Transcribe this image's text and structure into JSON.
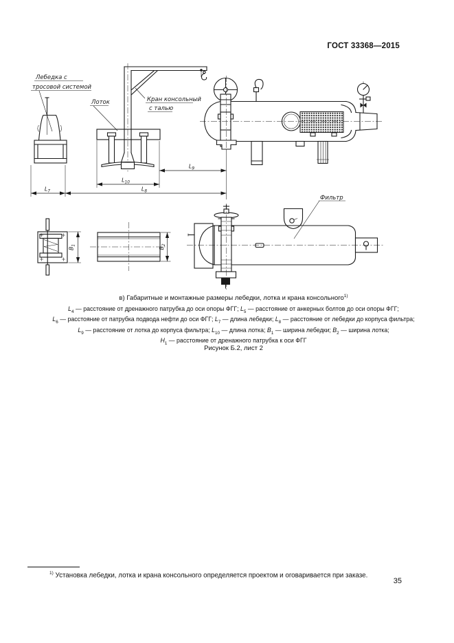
{
  "page": {
    "doc_number": "ГОСТ 33368—2015",
    "page_number": "35",
    "ink_color": "#1a1a1a",
    "paper_color": "#ffffff"
  },
  "figure": {
    "caption": {
      "text": "в) Габаритные и монтажные размеры лебедки, лотка и крана консольного",
      "sup": "1)"
    },
    "figure_label": "Рисунок Б.2, лист 2",
    "labels": {
      "winch_line1": "Лебедка с",
      "winch_line2": "тросовой системой",
      "tray": "Лоток",
      "crane_line1": "Кран консольный",
      "crane_line2": "с талью",
      "filter": "Фильтр"
    },
    "dims": {
      "L7": {
        "sym": "L",
        "sub": "7"
      },
      "L8": {
        "sym": "L",
        "sub": "8"
      },
      "L9": {
        "sym": "L",
        "sub": "9"
      },
      "L10": {
        "sym": "L",
        "sub": "10"
      },
      "B1": {
        "sym": "B",
        "sub": "1"
      },
      "B2": {
        "sym": "B",
        "sub": "2"
      }
    }
  },
  "definitions": {
    "lines": [
      [
        {
          "sym": "L",
          "sub": "4",
          "text": " — расстояние от дренажного патрубка до оси опоры ФГГ; "
        },
        {
          "sym": "L",
          "sub": "5",
          "text": " — расстояние от анкерных болтов до оси опоры ФГГ;"
        }
      ],
      [
        {
          "sym": "L",
          "sub": "6",
          "text": " — расстояние от патрубка подвода нефти до оси ФГГ; "
        },
        {
          "sym": "L",
          "sub": "7",
          "text": " — длина лебедки; "
        },
        {
          "sym": "L",
          "sub": "8",
          "text": " — расстояние от лебедки до корпуса фильтра;"
        }
      ],
      [
        {
          "sym": "L",
          "sub": "9",
          "text": " — расстояние от лотка до корпуса фильтра; "
        },
        {
          "sym": "L",
          "sub": "10",
          "text": " — длина лотка; "
        },
        {
          "sym": "B",
          "sub": "1",
          "text": " — ширина лебедки; "
        },
        {
          "sym": "B",
          "sub": "2",
          "text": " — ширина лотка;"
        }
      ],
      [
        {
          "sym": "H",
          "sub": "1",
          "text": " — расстояние от дренажного патрубка к оси ФГГ"
        }
      ]
    ]
  },
  "footnote": {
    "sup": "1)",
    "text": " Установка лебедки, лотка и крана консольного определяется проектом и оговаривается при заказе."
  }
}
